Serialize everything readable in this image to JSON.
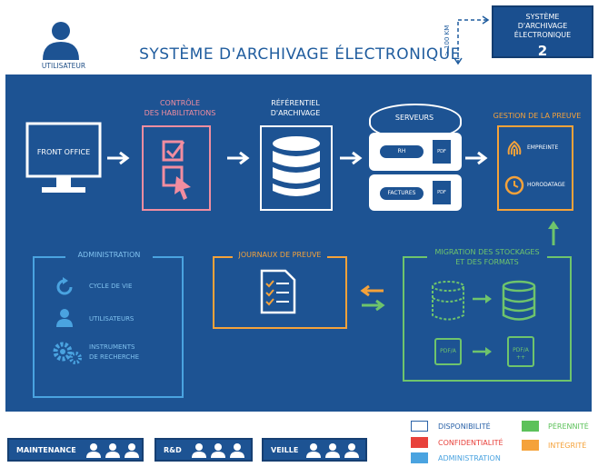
{
  "title": "SYSTÈME D'ARCHIVAGE ÉLECTRONIQUE",
  "user": {
    "label": "UTILISATEUR"
  },
  "system2": {
    "line1": "SYSTÈME",
    "line2": "D'ARCHIVAGE ÉLECTRONIQUE",
    "number": "2",
    "distance": "> 100 KM"
  },
  "flow": {
    "front_office": "FRONT OFFICE",
    "controle": {
      "line1": "CONTRÔLE",
      "line2": "DES HABILITATIONS"
    },
    "referentiel": {
      "line1": "RÉFÉRENTIEL",
      "line2": "D'ARCHIVAGE"
    },
    "serveurs": {
      "title": "SERVEURS",
      "pill1": "RH",
      "pill2": "FACTURES",
      "doc": "PDF"
    },
    "preuve": {
      "title": "GESTION DE LA PREUVE",
      "item1": "EMPREINTE",
      "item2": "HORODATAGE"
    }
  },
  "admin": {
    "title": "ADMINISTRATION",
    "items": [
      "CYCLE DE VIE",
      "UTILISATEURS",
      "INSTRUMENTS",
      "DE RECHERCHE"
    ]
  },
  "journaux": {
    "title": "JOURNAUX DE PREUVE"
  },
  "migration": {
    "line1": "MIGRATION DES STOCKAGES",
    "line2": "ET DES FORMATS",
    "pdfa": "PDF/A",
    "pdfa_new": "PDF/A ++"
  },
  "legend": [
    {
      "label": "DISPONIBILITÉ",
      "color": "#ffffff",
      "text_color": "#2a62a8"
    },
    {
      "label": "PÉRENNITÉ",
      "color": "#5cc15a",
      "text_color": "#5cc15a"
    },
    {
      "label": "CONFIDENTIALITÉ",
      "color": "#e8413b",
      "text_color": "#e8413b"
    },
    {
      "label": "INTÉGRITÉ",
      "color": "#f5a23a",
      "text_color": "#f5a23a"
    },
    {
      "label": "ADMINISTRATION",
      "color": "#4aa3e0",
      "text_color": "#4aa3e0"
    }
  ],
  "teams": [
    "MAINTENANCE",
    "R&D",
    "VEILLE"
  ]
}
